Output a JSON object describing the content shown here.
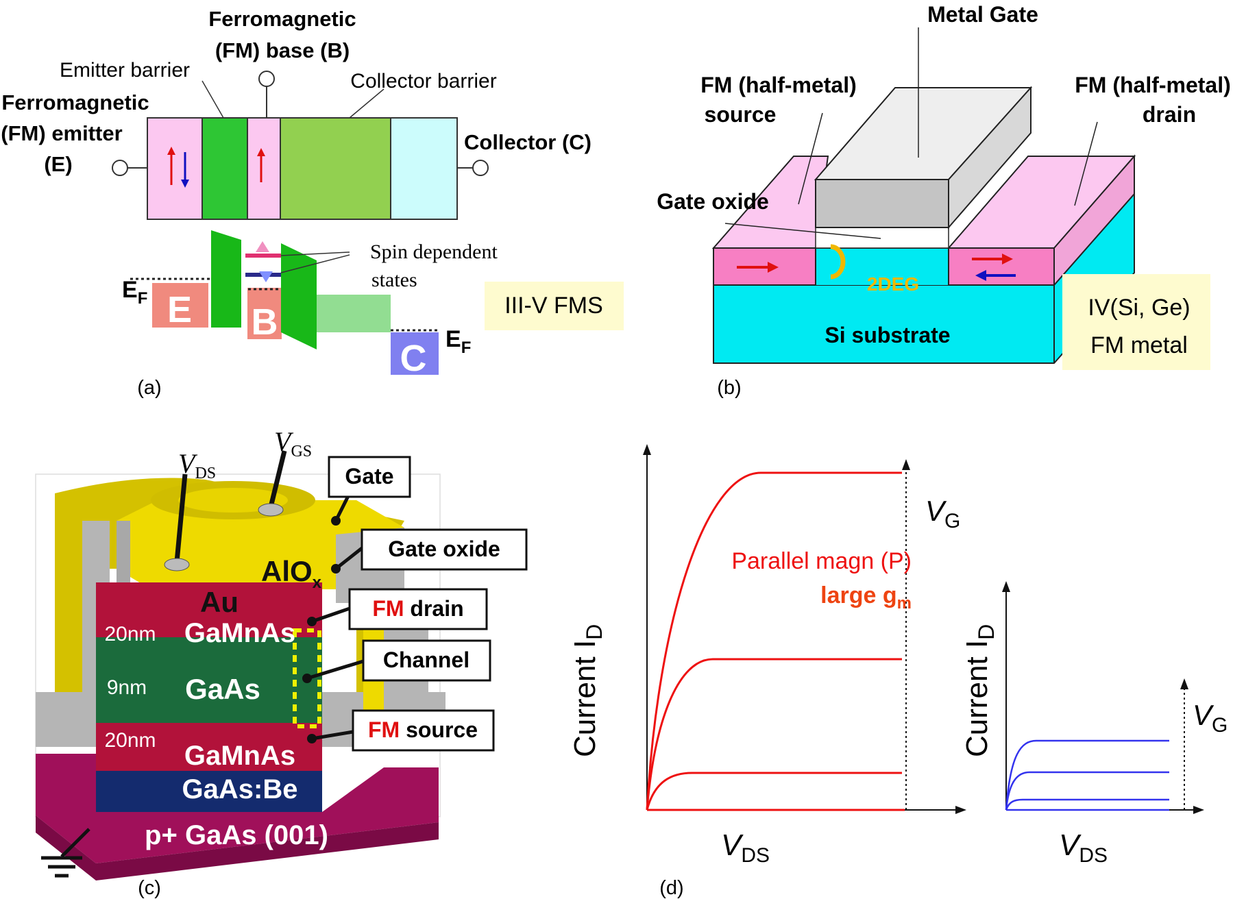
{
  "panel_a": {
    "caption": "(a)",
    "fm_base": [
      "Ferromagnetic",
      "(FM) base (B)"
    ],
    "emitter_barrier": "Emitter barrier",
    "collector_barrier": "Collector barrier",
    "fm_emitter": [
      "Ferromagnetic",
      "(FM) emitter",
      "(E)"
    ],
    "collector": "Collector (C)",
    "spin_states": [
      "Spin dependent",
      "states"
    ],
    "ef": "E",
    "ef_sub": "F",
    "band_e": "E",
    "band_b": "B",
    "band_c": "C",
    "material_box": "III-V FMS"
  },
  "panel_b": {
    "caption": "(b)",
    "metal_gate": "Metal Gate",
    "source_label": [
      "FM (half-metal)",
      "source"
    ],
    "drain_label": [
      "FM (half-metal)",
      "drain"
    ],
    "gate_oxide": "Gate oxide",
    "twodeg": "2DEG",
    "substrate": "Si substrate",
    "material_box": [
      "IV(Si, Ge)",
      "FM metal"
    ]
  },
  "panel_c": {
    "caption": "(c)",
    "vds": "V",
    "vds_sub": "DS",
    "vgs": "V",
    "vgs_sub": "GS",
    "gate": "Gate",
    "gate_oxide": "Gate oxide",
    "au": "Au",
    "alox": "AlO",
    "alox_sub": "x",
    "fm_word": "FM",
    "drain_word": "drain",
    "channel": "Channel",
    "source_word": "source",
    "gamnas": "GaMnAs",
    "gaas": "GaAs",
    "gaasbe": "GaAs:Be",
    "substrate": "p+ GaAs (001)",
    "t20": "20nm",
    "t9": "9nm"
  },
  "panel_d": {
    "caption": "(d)",
    "ylabel": "Current I",
    "ylabel_sub": "D",
    "xlabel": "V",
    "xlabel_sub": "DS",
    "vg": "V",
    "vg_sub": "G",
    "parallel": "Parallel magn (P)",
    "large_gm": "large g",
    "gm_sub": "m",
    "colors": {
      "parallel": "#ee1111",
      "antiparallel": "#3333ee"
    }
  }
}
